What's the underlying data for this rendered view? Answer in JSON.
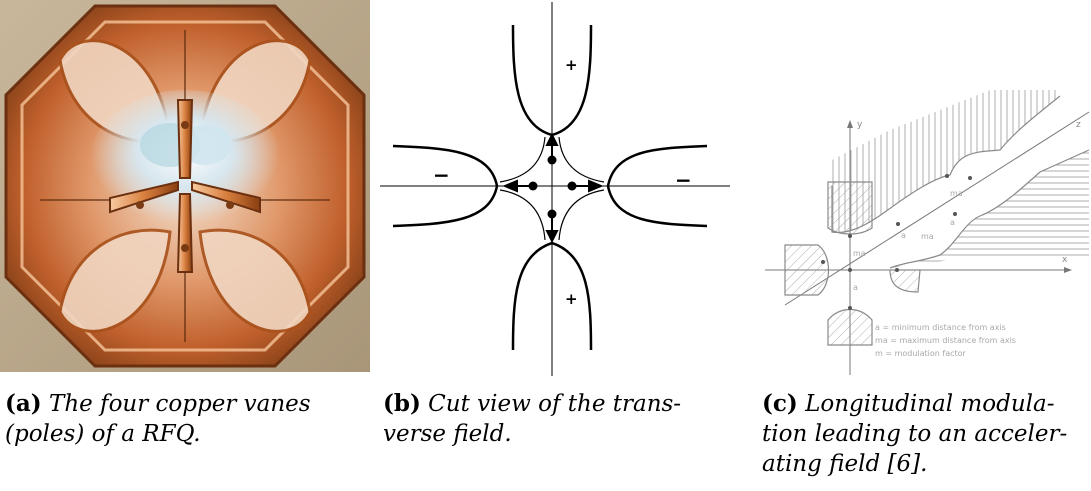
{
  "figure_a": {
    "label": "(a)",
    "caption_lines": [
      "The four copper vanes",
      "(poles) of a RFQ."
    ]
  },
  "figure_b": {
    "label": "(b)",
    "caption_lines": [
      "Cut view of the trans-",
      "verse field."
    ],
    "signs": {
      "top": "+",
      "bottom": "+",
      "left": "−",
      "right": "−"
    }
  },
  "figure_c": {
    "label": "(c)",
    "caption_lines": [
      "Longitudinal modula-",
      "tion leading to an acceler-",
      "ating field [6]."
    ],
    "axes": {
      "x": "x",
      "y": "y",
      "z": "z"
    },
    "annotations": {
      "a": "a",
      "ma": "ma"
    },
    "legend": [
      "a  = minimum distance from axis",
      "ma = maximum distance from axis",
      "m  = modulation factor"
    ]
  }
}
